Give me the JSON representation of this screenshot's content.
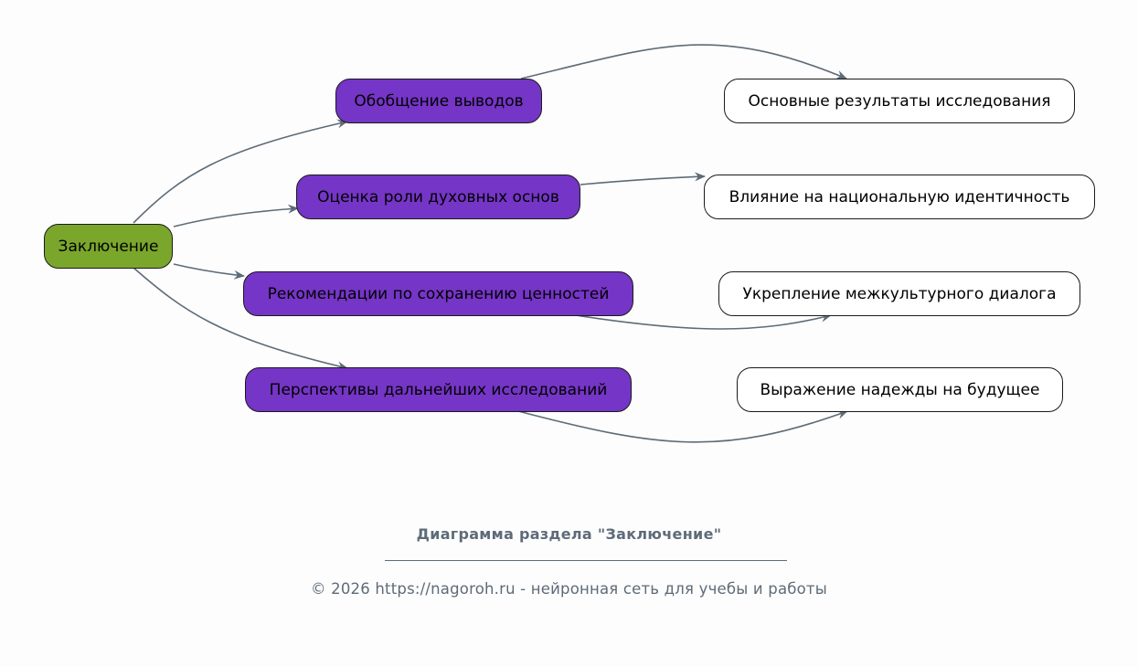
{
  "diagram": {
    "root": {
      "id": "root",
      "label": "Заключение",
      "color": "#7aa62c"
    },
    "branches": [
      {
        "id": "b1",
        "label": "Обобщение выводов",
        "color": "#7535c6",
        "leaf": {
          "id": "l1",
          "label": "Основные результаты исследования",
          "color": "#ffffff"
        }
      },
      {
        "id": "b2",
        "label": "Оценка роли духовных основ",
        "color": "#7535c6",
        "leaf": {
          "id": "l2",
          "label": "Влияние на национальную идентичность",
          "color": "#ffffff"
        }
      },
      {
        "id": "b3",
        "label": "Рекомендации по сохранению ценностей",
        "color": "#7535c6",
        "leaf": {
          "id": "l3",
          "label": "Укрепление межкультурного диалога",
          "color": "#ffffff"
        }
      },
      {
        "id": "b4",
        "label": "Перспективы дальнейших исследований",
        "color": "#7535c6",
        "leaf": {
          "id": "l4",
          "label": "Выражение надежды на будущее",
          "color": "#ffffff"
        }
      }
    ],
    "edge_color": "#5d6b78"
  },
  "footer": {
    "title": "Диаграмма раздела \"Заключение\"",
    "copyright": "© 2026 https://nagoroh.ru - нейронная сеть для учебы и работы",
    "text_color": "#5e6b78"
  }
}
